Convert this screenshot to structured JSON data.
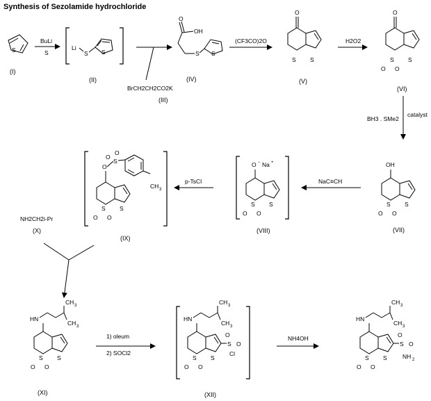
{
  "title": "Synthesis of Sezolamide hydrochloride",
  "compounds": {
    "c1": "(I)",
    "c2": "(II)",
    "c3": "(III)",
    "c4": "(IV)",
    "c5": "(V)",
    "c6": "(VI)",
    "c7": "(VII)",
    "c8": "(VIII)",
    "c9": "(IX)",
    "c10": "(X)",
    "c11": "(XI)",
    "c12": "(XII)"
  },
  "reagents": {
    "step1_top": "BuLi",
    "step1_bottom": "S",
    "step2": "BrCH2CH2CO2K",
    "step3": "(CF3CO)2O",
    "step4": "H2O2",
    "step5_left": "BH3 . SMe2",
    "step5_right": "catalyst",
    "step6": "NaC≡CH",
    "step7": "p-TsCl",
    "step8": "NH2CH2i-Pr",
    "step9_a": "1) oleum",
    "step9_b": "2) SOCl2",
    "step10": "NH4OH"
  },
  "atoms": {
    "S": "S",
    "Li": "Li",
    "O": "O",
    "OH": "OH",
    "ONa": "Na",
    "HN": "HN",
    "Cl": "Cl",
    "NH2": "NH",
    "CH3": "CH",
    "SO2": "O",
    "OHfull": "OH"
  }
}
